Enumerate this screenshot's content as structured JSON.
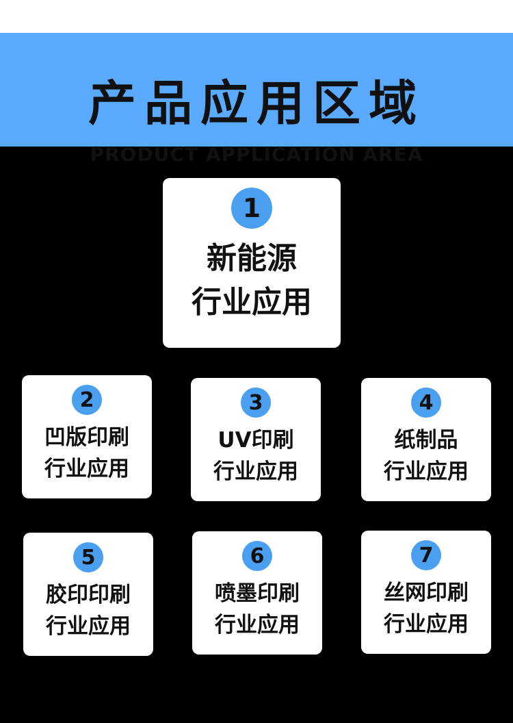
{
  "header": {
    "title": "产品应用区域",
    "subtitle": "PRODUCT APPLICATION AREA"
  },
  "colors": {
    "banner_blue": "#5aabff",
    "badge_blue": "#4a9ff0",
    "background": "#000000",
    "card": "#ffffff"
  },
  "cards": [
    {
      "number": "1",
      "line1": "新能源",
      "line2": "行业应用"
    },
    {
      "number": "2",
      "line1": "凹版印刷",
      "line2": "行业应用"
    },
    {
      "number": "3",
      "line1": "UV印刷",
      "line2": "行业应用"
    },
    {
      "number": "4",
      "line1": "纸制品",
      "line2": "行业应用"
    },
    {
      "number": "5",
      "line1": "胶印印刷",
      "line2": "行业应用"
    },
    {
      "number": "6",
      "line1": "喷墨印刷",
      "line2": "行业应用"
    },
    {
      "number": "7",
      "line1": "丝网印刷",
      "line2": "行业应用"
    }
  ]
}
